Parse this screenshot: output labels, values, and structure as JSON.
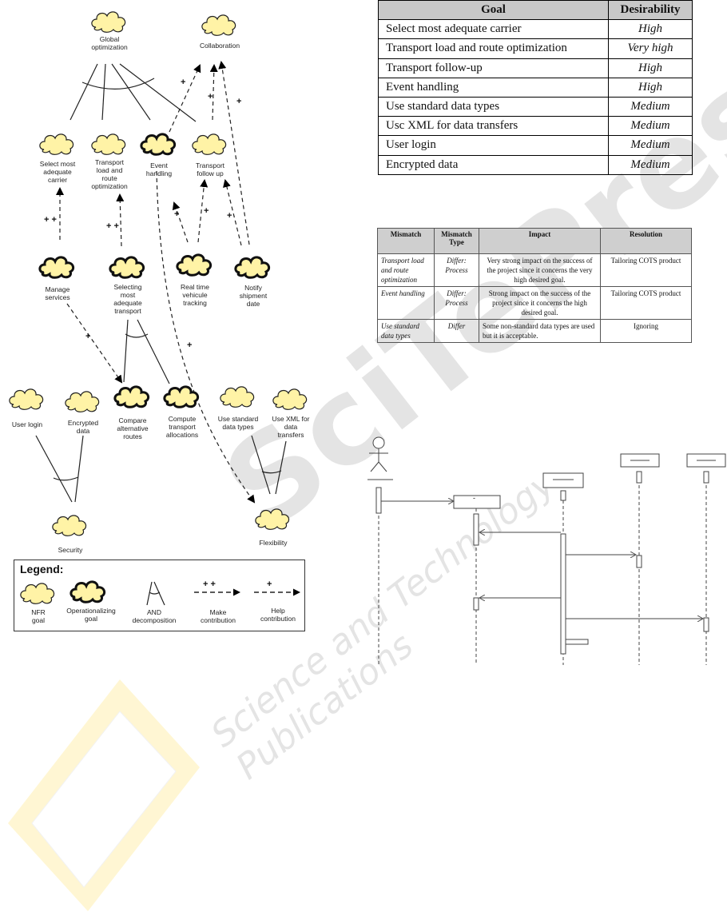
{
  "softgoal_diagram": {
    "nodes": {
      "global_optimization": "Global\noptimization",
      "collaboration": "Collaboration",
      "select_carrier": "Select most\nadequate\ncarrier",
      "transport_load": "Transport\nload and\nroute\noptimization",
      "event_handling": "Event\nhandling",
      "transport_followup": "Transport\nfollow up",
      "manage_services": "Manage\nservices",
      "selecting_transport": "Selecting\nmost\nadequate\ntransport",
      "realtime_tracking": "Real time\nvehicule\ntracking",
      "notify_shipment": "Notify\nshipment\ndate",
      "user_login": "User login",
      "encrypted_data": "Encrypted\ndata",
      "compare_routes": "Compare\nalternative\nroutes",
      "compute_allocations": "Compute\ntransport\nallocations",
      "use_standard": "Use standard\ndata types",
      "use_xml": "Use XML for\ndata\ntransfers",
      "security": "Security",
      "flexibility": "Flexibility"
    },
    "contribution_plus": "+",
    "contribution_plusplus": "+ +",
    "legend": {
      "title": "Legend:",
      "nfr": "NFR\ngoal",
      "operationalizing": "Operationalizing\ngoal",
      "and": "AND\ndecomposition",
      "make": "Make\ncontribution",
      "help": "Help\ncontribution"
    }
  },
  "goal_table": {
    "headers": [
      "Goal",
      "Desirability"
    ],
    "rows": [
      [
        "Select most adequate carrier",
        "High"
      ],
      [
        "Transport load and route optimization",
        "Very high"
      ],
      [
        "Transport follow-up",
        "High"
      ],
      [
        "Event handling",
        "High"
      ],
      [
        "Use standard data types",
        "Medium"
      ],
      [
        "Usc XML for data transfers",
        "Medium"
      ],
      [
        "User login",
        "Medium"
      ],
      [
        "Encrypted data",
        "Medium"
      ]
    ]
  },
  "mismatch_table": {
    "headers": [
      "Mismatch",
      "Mismatch\nType",
      "Impact",
      "Resolution"
    ],
    "rows": [
      [
        "Transport load and route optimization",
        "Differ: Process",
        "Very strong impact on the success of the project since it concerns the very high desired goal.",
        "Tailoring COTS product"
      ],
      [
        "Event handling",
        "Differ: Process",
        "Strong impact on the success of the project since it concerns the high desired goal.",
        "Tailoring COTS product"
      ],
      [
        "Use standard data types",
        "Differ",
        "Some non-standard data types are used but it is acceptable.",
        "Ignoring"
      ]
    ]
  },
  "sequence_diagram": {
    "lifeline_label": "-"
  },
  "watermark": {
    "line1": "SciTePress",
    "line2": "Science and Technology Publications"
  }
}
